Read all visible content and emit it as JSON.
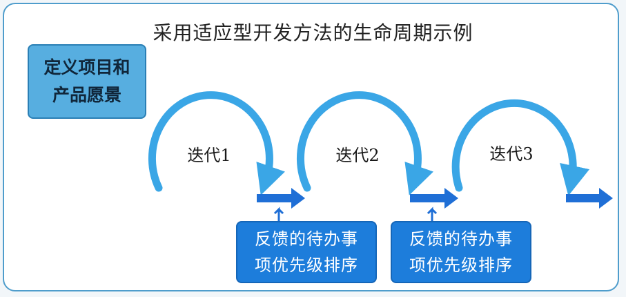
{
  "title": "采用适应型开发方法的生命周期示例",
  "vision": {
    "line1": "定义项目和",
    "line2": "产品愿景"
  },
  "iterations": [
    {
      "label": "迭代1"
    },
    {
      "label": "迭代2"
    },
    {
      "label": "迭代3"
    }
  ],
  "feedback_boxes": [
    {
      "line1": "反馈的待办事",
      "line2": "项优先级排序"
    },
    {
      "line1": "反馈的待办事",
      "line2": "项优先级排序"
    }
  ],
  "colors": {
    "cycle_arrow": "#3aa6e6",
    "flow_arrow": "#1f6fd6",
    "feedback_box": "#1d7ddb",
    "vision_box": "#57aee0"
  }
}
